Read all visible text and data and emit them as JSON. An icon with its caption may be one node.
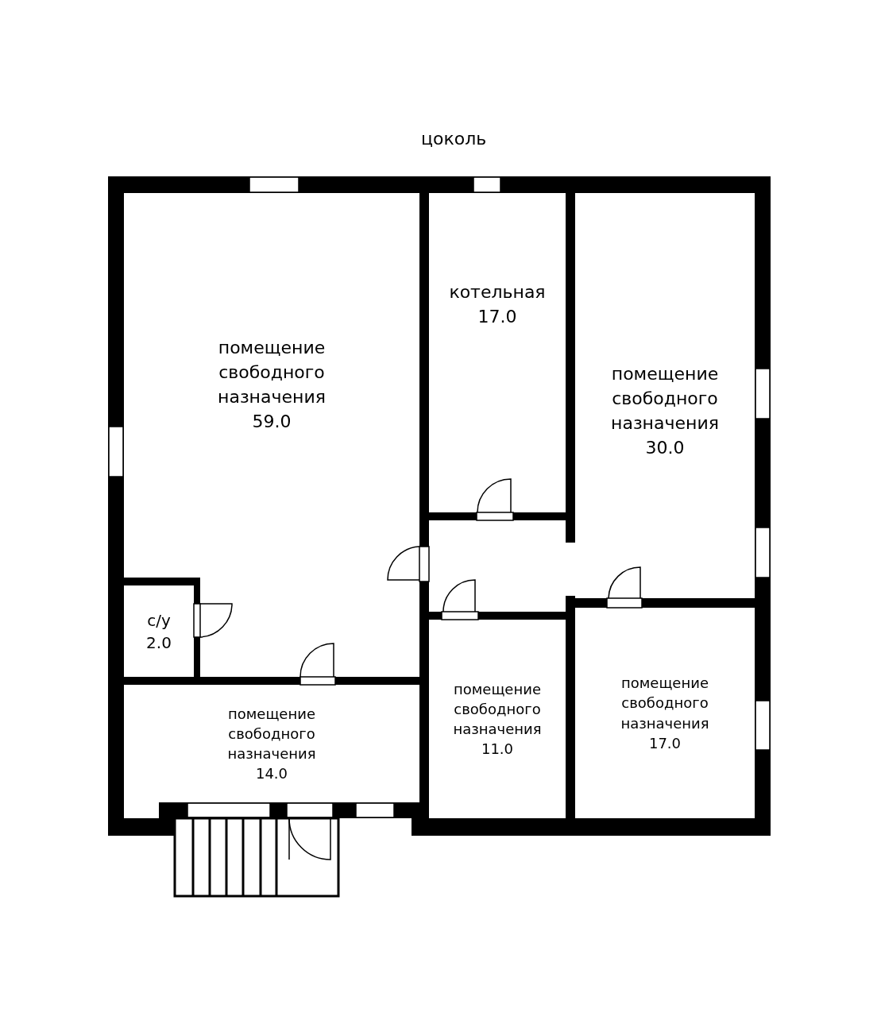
{
  "diagram": {
    "title": "цоколь",
    "nodes": [
      {
        "text": [
          "помещение свободного назначения",
          "59.0"
        ]
      },
      {
        "text": [
          "котельная",
          "17.0"
        ]
      },
      {
        "text": [
          "помещение свободного назначения",
          "30.0"
        ]
      },
      {
        "text": [
          "с/у",
          "2.0"
        ]
      },
      {
        "text": [
          "помещение свободного назначения",
          "14.0"
        ]
      },
      {
        "text": [
          "помещение свободного назначения",
          "11.0"
        ]
      },
      {
        "text": [
          "помещение свободного назначения",
          "17.0"
        ]
      }
    ]
  }
}
